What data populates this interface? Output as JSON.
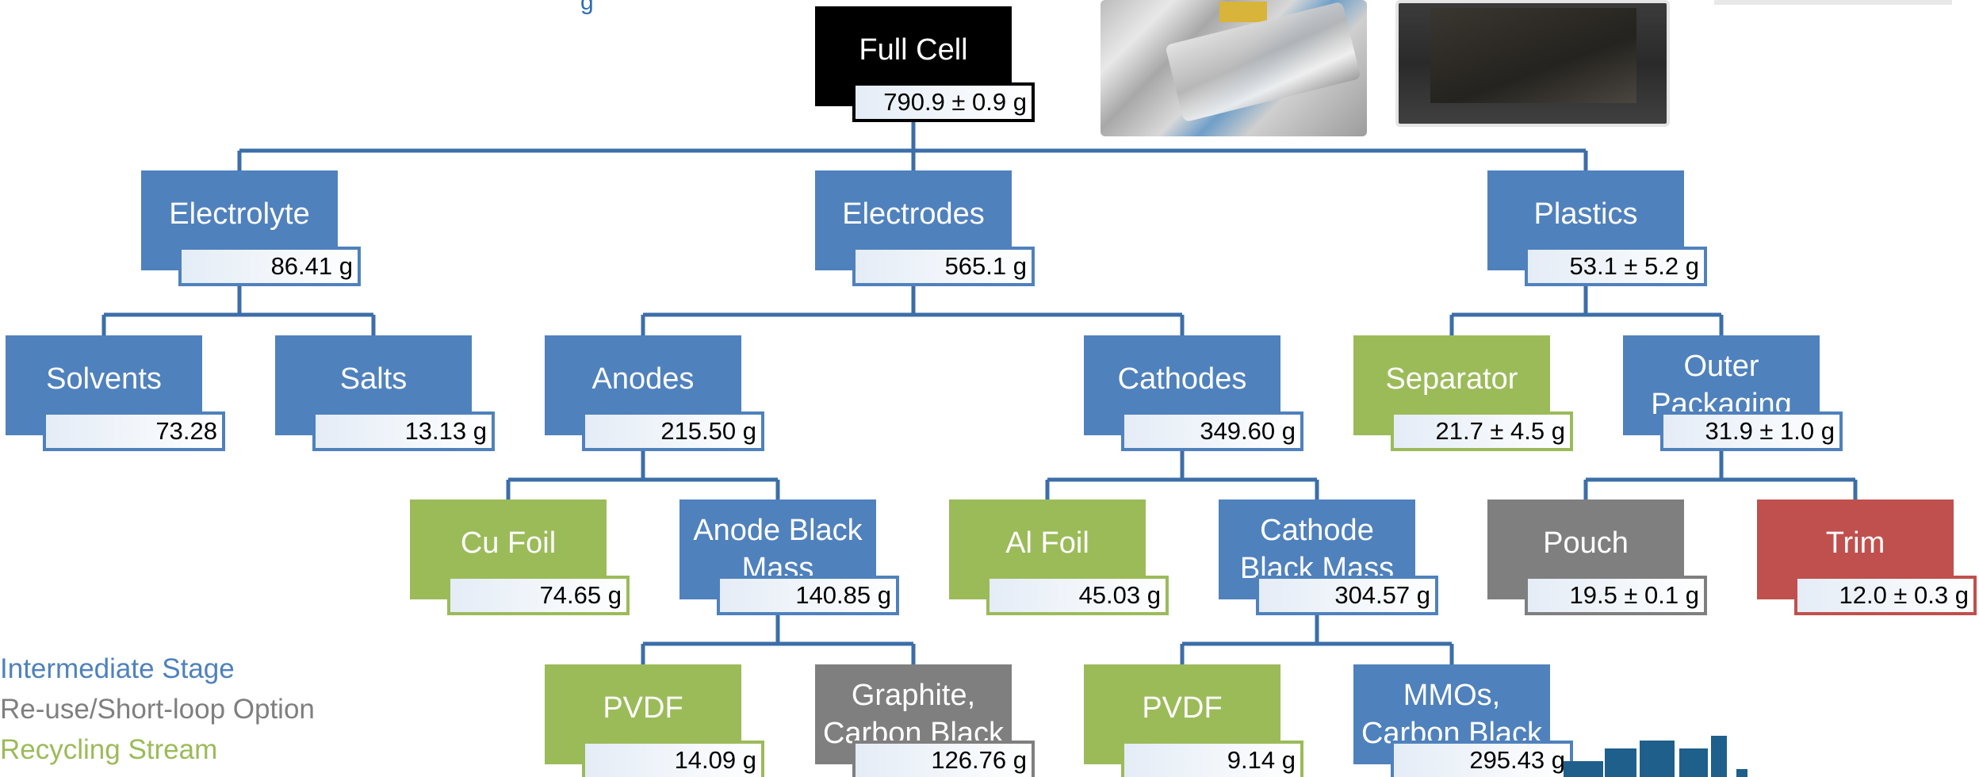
{
  "legend": {
    "intermediate": "Intermediate Stage",
    "reuse": "Re-use/Short-loop Option",
    "recycling": "Recycling Stream"
  },
  "top_title_fragment": "g",
  "colors": {
    "intermediate": "#4f81bd",
    "recycling": "#9bbb59",
    "reuse": "#7f7f7f",
    "waste": "#c0504d",
    "root": "#000000",
    "connector": "#3c6ea8"
  },
  "tree": {
    "root": {
      "label": [
        "Full Cell"
      ],
      "value": "790.9 ± 0.9 g",
      "category": "root"
    },
    "electrolyte": {
      "label": [
        "Electrolyte"
      ],
      "value": "86.41 g",
      "category": "intermediate"
    },
    "electrodes": {
      "label": [
        "Electrodes"
      ],
      "value": "565.1 g",
      "category": "intermediate"
    },
    "plastics": {
      "label": [
        "Plastics"
      ],
      "value": "53.1 ± 5.2 g",
      "category": "intermediate"
    },
    "solvents": {
      "label": [
        "Solvents"
      ],
      "value": "73.28",
      "category": "intermediate"
    },
    "salts": {
      "label": [
        "Salts"
      ],
      "value": "13.13 g",
      "category": "intermediate"
    },
    "anodes": {
      "label": [
        "Anodes"
      ],
      "value": "215.50 g",
      "category": "intermediate"
    },
    "cathodes": {
      "label": [
        "Cathodes"
      ],
      "value": "349.60 g",
      "category": "intermediate"
    },
    "separator": {
      "label": [
        "Separator"
      ],
      "value": "21.7 ± 4.5 g",
      "category": "recycling"
    },
    "outer_packaging": {
      "label": [
        "Outer",
        "Packaging"
      ],
      "value": "31.9 ± 1.0 g",
      "category": "intermediate"
    },
    "cu_foil": {
      "label": [
        "Cu Foil"
      ],
      "value": "74.65 g",
      "category": "recycling"
    },
    "anode_black_mass": {
      "label": [
        "Anode Black",
        "Mass"
      ],
      "value": "140.85 g",
      "category": "intermediate"
    },
    "al_foil": {
      "label": [
        "Al Foil"
      ],
      "value": "45.03 g",
      "category": "recycling"
    },
    "cathode_black_mass": {
      "label": [
        "Cathode",
        "Black Mass"
      ],
      "value": "304.57 g",
      "category": "intermediate"
    },
    "pouch": {
      "label": [
        "Pouch"
      ],
      "value": "19.5 ± 0.1 g",
      "category": "reuse"
    },
    "trim": {
      "label": [
        "Trim"
      ],
      "value": "12.0 ± 0.3 g",
      "category": "waste"
    },
    "anode_pvdf": {
      "label": [
        "PVDF"
      ],
      "value": "14.09 g",
      "category": "recycling"
    },
    "graphite_cb": {
      "label": [
        "Graphite,",
        "Carbon Black"
      ],
      "value": "126.76 g",
      "category": "reuse"
    },
    "cathode_pvdf": {
      "label": [
        "PVDF"
      ],
      "value": "9.14 g",
      "category": "recycling"
    },
    "mmos_cb": {
      "label": [
        "MMOs,",
        "Carbon Black"
      ],
      "value": "295.43 g",
      "category": "intermediate"
    }
  },
  "edges": [
    [
      "root",
      "electrolyte"
    ],
    [
      "root",
      "electrodes"
    ],
    [
      "root",
      "plastics"
    ],
    [
      "electrolyte",
      "solvents"
    ],
    [
      "electrolyte",
      "salts"
    ],
    [
      "electrodes",
      "anodes"
    ],
    [
      "electrodes",
      "cathodes"
    ],
    [
      "plastics",
      "separator"
    ],
    [
      "plastics",
      "outer_packaging"
    ],
    [
      "anodes",
      "cu_foil"
    ],
    [
      "anodes",
      "anode_black_mass"
    ],
    [
      "cathodes",
      "al_foil"
    ],
    [
      "cathodes",
      "cathode_black_mass"
    ],
    [
      "outer_packaging",
      "pouch"
    ],
    [
      "outer_packaging",
      "trim"
    ],
    [
      "anode_black_mass",
      "anode_pvdf"
    ],
    [
      "anode_black_mass",
      "graphite_cb"
    ],
    [
      "cathode_black_mass",
      "cathode_pvdf"
    ],
    [
      "cathode_black_mass",
      "mmos_cb"
    ]
  ]
}
